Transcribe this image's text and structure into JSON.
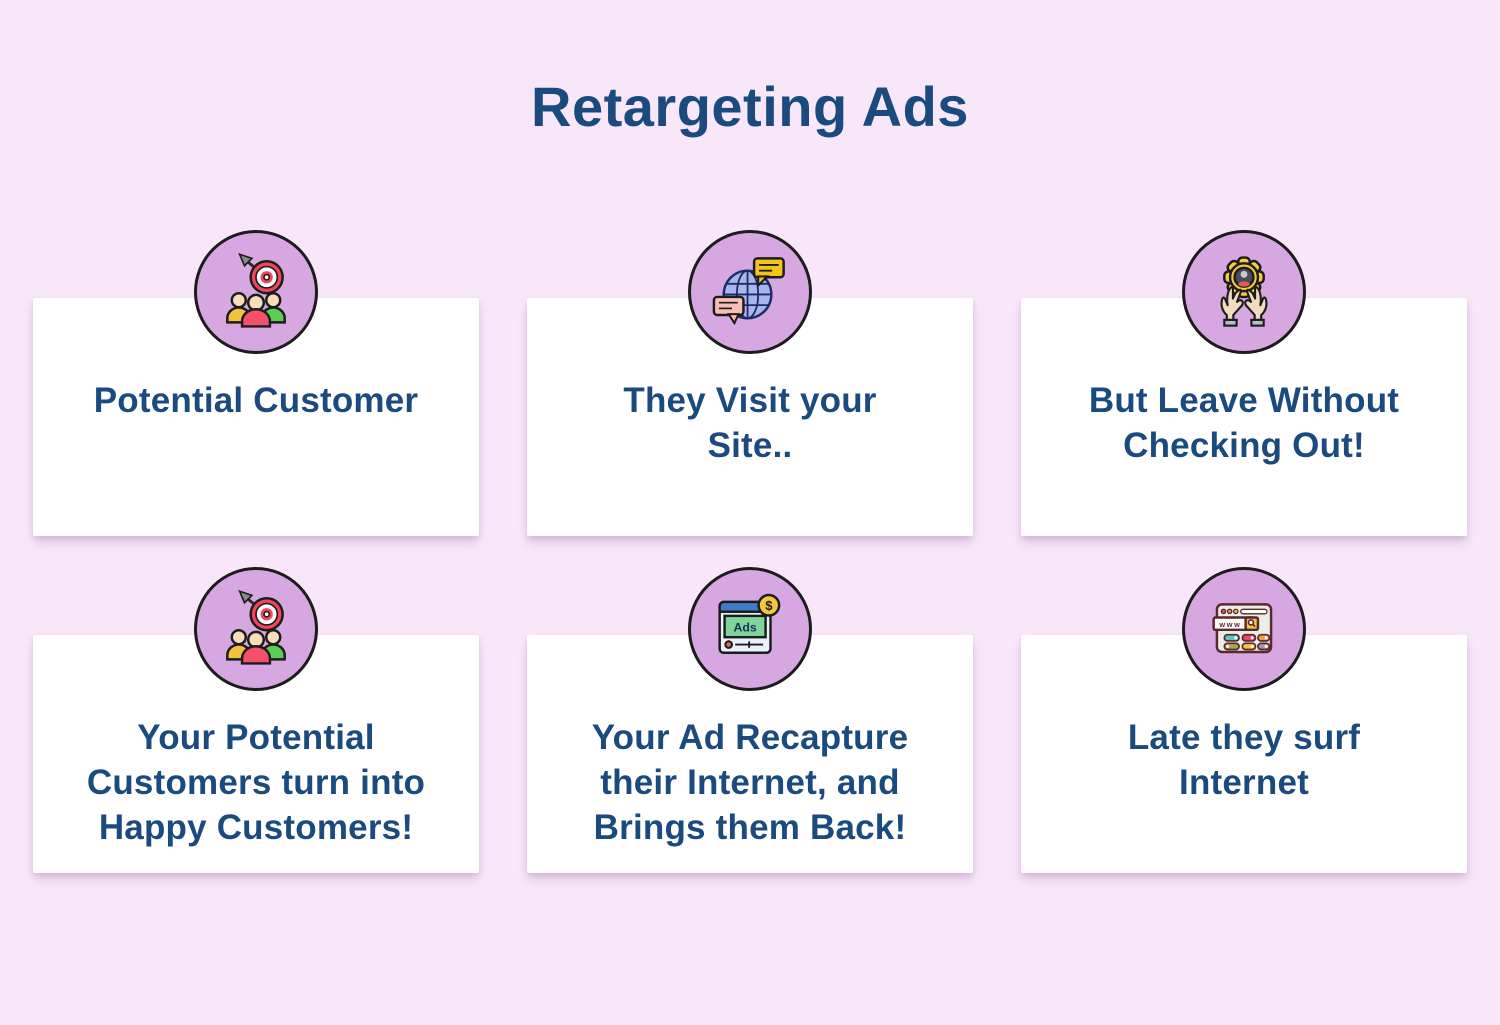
{
  "page": {
    "title": "Retargeting Ads",
    "background_color": "#f8e7f9",
    "card_color": "#ffffff",
    "circle_color": "#d7a7e2",
    "text_color": "#1b4a7e"
  },
  "cards": [
    {
      "icon": "target-audience-icon",
      "text": "Potential Customer"
    },
    {
      "icon": "globe-chat-icon",
      "text": "They Visit your\nSite.."
    },
    {
      "icon": "hands-gear-user-icon",
      "text": "But Leave Without\nChecking Out!"
    },
    {
      "icon": "target-audience-icon",
      "text": "Your Potential\nCustomers turn into\nHappy Customers!"
    },
    {
      "icon": "ads-browser-icon",
      "text": "Your Ad Recapture\ntheir Internet, and\nBrings them Back!"
    },
    {
      "icon": "browser-search-icon",
      "text": "Late they surf\nInternet"
    }
  ],
  "icon_labels": {
    "ads": "Ads",
    "dollar": "$",
    "www": "www"
  }
}
